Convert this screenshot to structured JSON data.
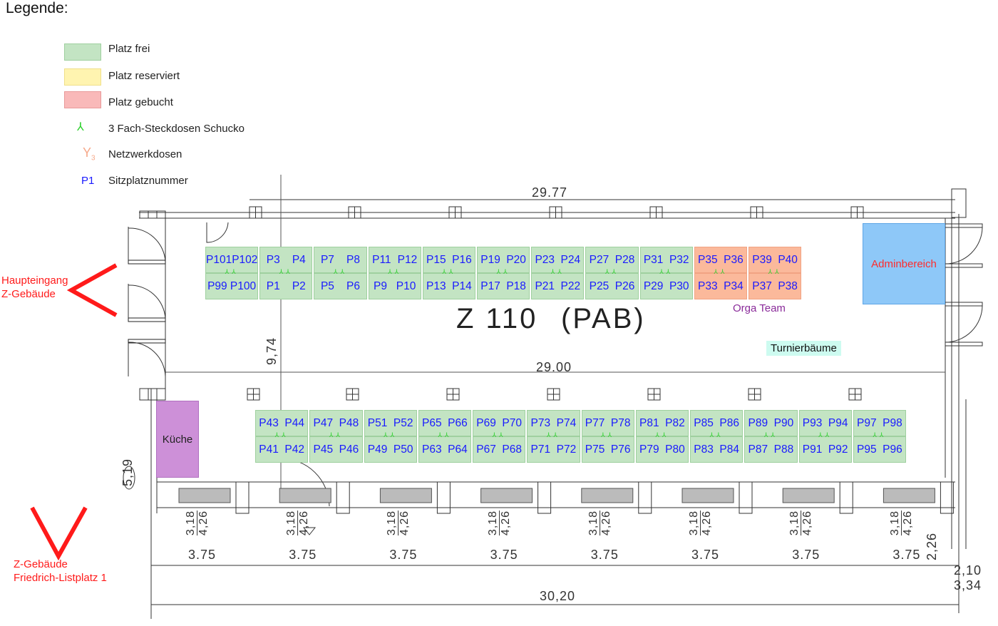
{
  "legend": {
    "title": "Legende:",
    "items": [
      {
        "label": "Platz frei",
        "color": "#c3e4c3"
      },
      {
        "label": "Platz reserviert",
        "color": "#fff4b0"
      },
      {
        "label": "Platz gebucht",
        "color": "#f9b9b9"
      },
      {
        "label": "3 Fach-Steckdosen Schucko",
        "icon": "power-socket-icon"
      },
      {
        "label": "Netzwerkdosen",
        "icon": "network-socket-icon"
      },
      {
        "label": "Sitzplatznummer",
        "sample": "P1"
      }
    ]
  },
  "colors": {
    "free": "#c3e4c3",
    "free_border": "#9fd09f",
    "booked": "#fbb99b",
    "booked_border": "#f1a383",
    "admin": "#8ec8f8",
    "kitchen": "#cd90d8",
    "turnier": "#cdfbf0",
    "seat_text": "#1a1aff",
    "entrance": "#ff1a1a"
  },
  "room": {
    "name": "Z 110",
    "group": "(PAB)"
  },
  "labels": {
    "entrance_line1": "Haupteingang",
    "entrance_line2": "Z-Gebäude",
    "address_line1": "Z-Gebäude",
    "address_line2": "Friedrich-Listplatz 1",
    "admin": "Adminbereich",
    "orga": "Orga Team",
    "turnier": "Turnierbäume",
    "kitchen": "Küche"
  },
  "dimensions": {
    "top": "29.77",
    "inner": "29.00",
    "height": "9,74",
    "bottom": "30,20",
    "left": "5,19",
    "bay": "3.75",
    "bay_count": 8,
    "sill_top": "3,18",
    "sill_bottom": "4,26",
    "right_a": "2,26",
    "right_b": "2,10",
    "right_c": "3,34"
  },
  "seats": {
    "top_row": [
      {
        "top": [
          "P101",
          "P102"
        ],
        "bottom": [
          "P99",
          "P100"
        ],
        "status": "free"
      },
      {
        "top": [
          "P3",
          "P4"
        ],
        "bottom": [
          "P1",
          "P2"
        ],
        "status": "free"
      },
      {
        "top": [
          "P7",
          "P8"
        ],
        "bottom": [
          "P5",
          "P6"
        ],
        "status": "free"
      },
      {
        "top": [
          "P11",
          "P12"
        ],
        "bottom": [
          "P9",
          "P10"
        ],
        "status": "free"
      },
      {
        "top": [
          "P15",
          "P16"
        ],
        "bottom": [
          "P13",
          "P14"
        ],
        "status": "free"
      },
      {
        "top": [
          "P19",
          "P20"
        ],
        "bottom": [
          "P17",
          "P18"
        ],
        "status": "free"
      },
      {
        "top": [
          "P23",
          "P24"
        ],
        "bottom": [
          "P21",
          "P22"
        ],
        "status": "free"
      },
      {
        "top": [
          "P27",
          "P28"
        ],
        "bottom": [
          "P25",
          "P26"
        ],
        "status": "free"
      },
      {
        "top": [
          "P31",
          "P32"
        ],
        "bottom": [
          "P29",
          "P30"
        ],
        "status": "free"
      },
      {
        "top": [
          "P35",
          "P36"
        ],
        "bottom": [
          "P33",
          "P34"
        ],
        "status": "booked"
      },
      {
        "top": [
          "P39",
          "P40"
        ],
        "bottom": [
          "P37",
          "P38"
        ],
        "status": "booked"
      }
    ],
    "bottom_row": [
      {
        "top": [
          "P43",
          "P44"
        ],
        "bottom": [
          "P41",
          "P42"
        ],
        "status": "free"
      },
      {
        "top": [
          "P47",
          "P48"
        ],
        "bottom": [
          "P45",
          "P46"
        ],
        "status": "free"
      },
      {
        "top": [
          "P51",
          "P52"
        ],
        "bottom": [
          "P49",
          "P50"
        ],
        "status": "free"
      },
      {
        "top": [
          "P65",
          "P66"
        ],
        "bottom": [
          "P63",
          "P64"
        ],
        "status": "free"
      },
      {
        "top": [
          "P69",
          "P70"
        ],
        "bottom": [
          "P67",
          "P68"
        ],
        "status": "free"
      },
      {
        "top": [
          "P73",
          "P74"
        ],
        "bottom": [
          "P71",
          "P72"
        ],
        "status": "free"
      },
      {
        "top": [
          "P77",
          "P78"
        ],
        "bottom": [
          "P75",
          "P76"
        ],
        "status": "free"
      },
      {
        "top": [
          "P81",
          "P82"
        ],
        "bottom": [
          "P79",
          "P80"
        ],
        "status": "free"
      },
      {
        "top": [
          "P85",
          "P86"
        ],
        "bottom": [
          "P83",
          "P84"
        ],
        "status": "free"
      },
      {
        "top": [
          "P89",
          "P90"
        ],
        "bottom": [
          "P87",
          "P88"
        ],
        "status": "free"
      },
      {
        "top": [
          "P93",
          "P94"
        ],
        "bottom": [
          "P91",
          "P92"
        ],
        "status": "free"
      },
      {
        "top": [
          "P97",
          "P98"
        ],
        "bottom": [
          "P95",
          "P96"
        ],
        "status": "free"
      }
    ]
  }
}
